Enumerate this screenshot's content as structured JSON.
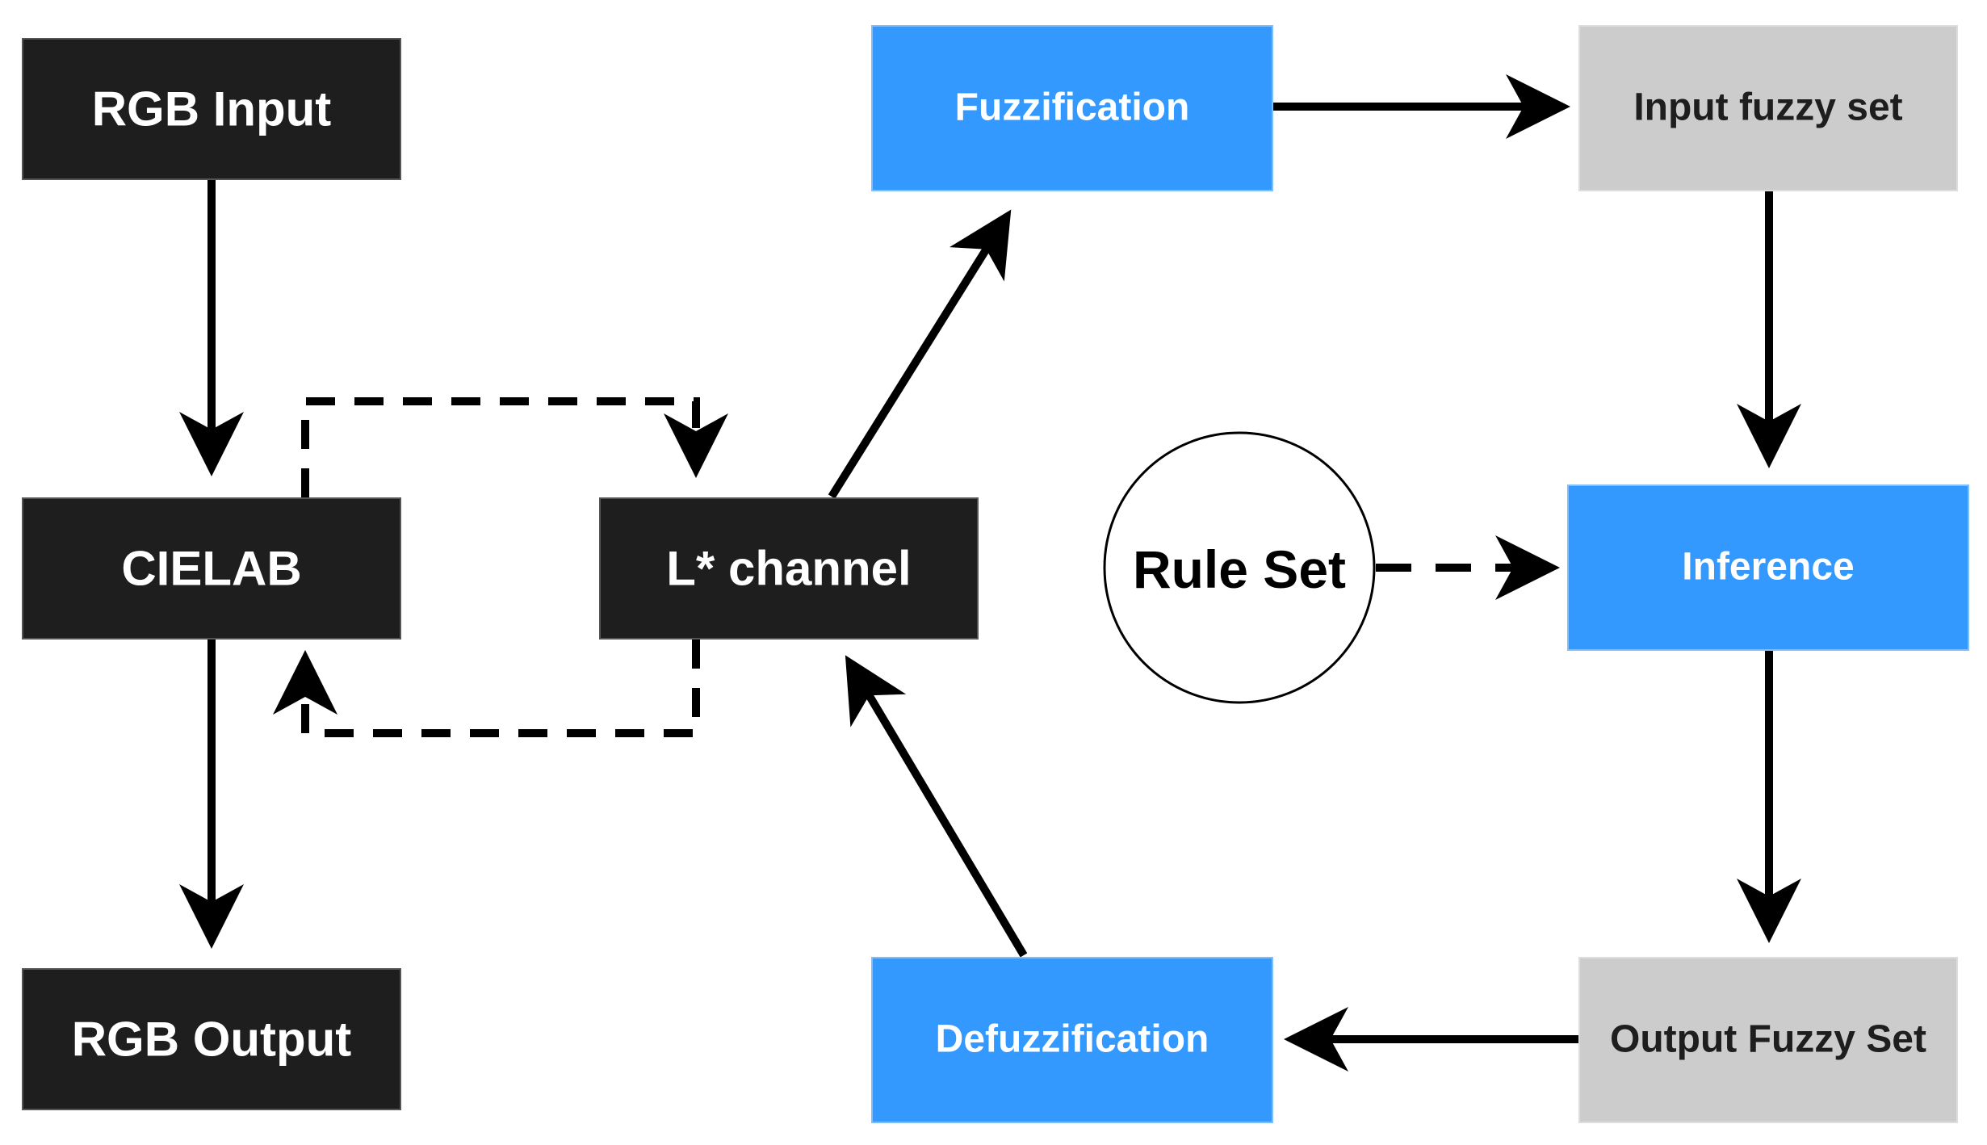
{
  "colors": {
    "dark_box": "#1e1e1e",
    "blue_box": "#3399ff",
    "gray_box": "#cccccc",
    "dark_text": "#ffffff",
    "blue_text": "#ffffff",
    "gray_text": "#1e1e1e",
    "edge": "#000000",
    "circle_fill": "#ffffff",
    "circle_stroke": "#000000"
  },
  "nodes": {
    "rgb_input": "RGB Input",
    "cielab": "CIELAB",
    "rgb_output": "RGB Output",
    "l_channel": "L* channel",
    "fuzzification": "Fuzzification",
    "input_fuzzy_set": "Input fuzzy set",
    "rule_set": "Rule Set",
    "inference": "Inference",
    "output_fuzzy_set": "Output Fuzzy Set",
    "defuzzification": "Defuzzification"
  }
}
